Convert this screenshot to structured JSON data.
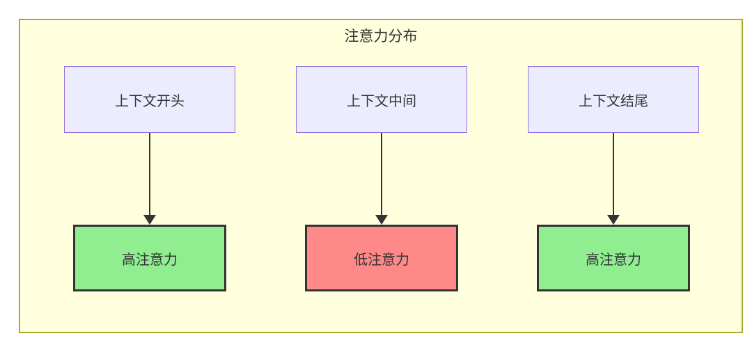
{
  "diagram": {
    "title": "注意力分布",
    "columns": [
      {
        "source": "上下文开头",
        "result": "高注意力",
        "level": "high"
      },
      {
        "source": "上下文中间",
        "result": "低注意力",
        "level": "low"
      },
      {
        "source": "上下文结尾",
        "result": "高注意力",
        "level": "high"
      }
    ],
    "colors": {
      "container_bg": "#FFFFDE",
      "container_border": "#AAAA33",
      "source_bg": "#ECECFF",
      "source_border": "#9370DB",
      "high_bg": "#90EE90",
      "low_bg": "#FF8888",
      "result_border": "#333333",
      "arrow": "#333333",
      "text": "#333333"
    }
  }
}
